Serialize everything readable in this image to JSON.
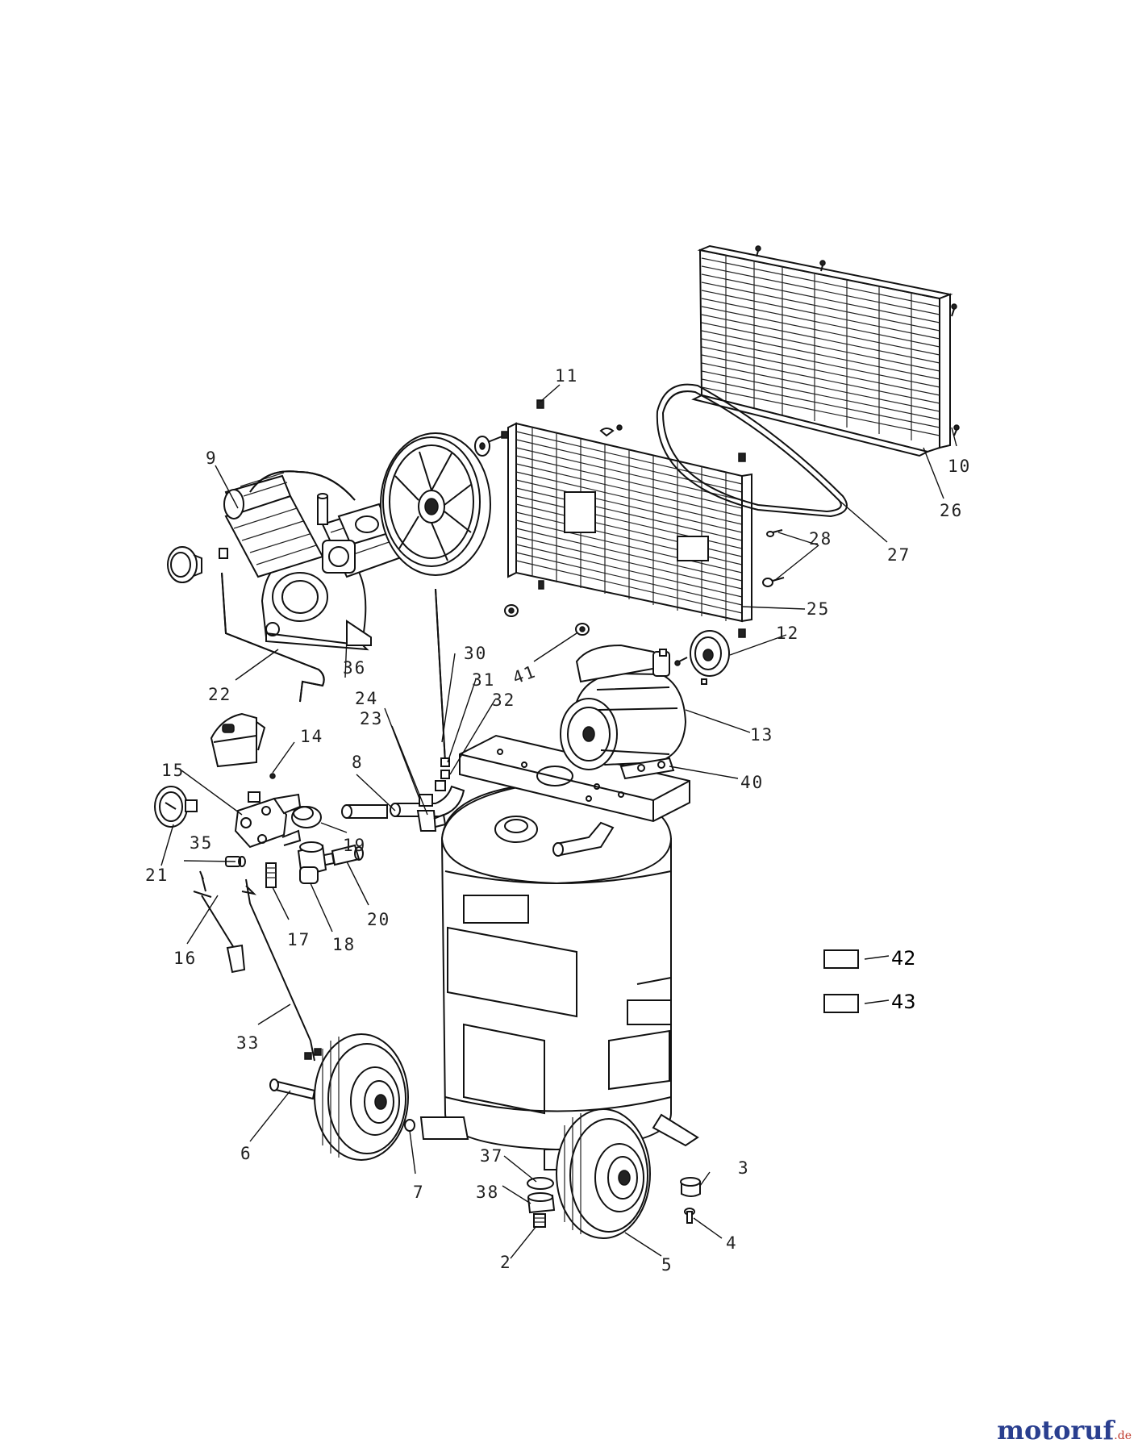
{
  "diagram": {
    "callouts": {
      "c2": "2",
      "c3": "3",
      "c4": "4",
      "c5": "5",
      "c6": "6",
      "c7": "7",
      "c8": "8",
      "c9": "9",
      "c10": "10",
      "c11": "11",
      "c12": "12",
      "c13": "13",
      "c14": "14",
      "c15": "15",
      "c16": "16",
      "c17": "17",
      "c18": "18",
      "c19": "19",
      "c20": "20",
      "c21": "21",
      "c22": "22",
      "c23": "23",
      "c24": "24",
      "c25": "25",
      "c26": "26",
      "c27": "27",
      "c28": "28",
      "c30": "30",
      "c31": "31",
      "c32": "32",
      "c33": "33",
      "c35": "35",
      "c36": "36",
      "c37": "37",
      "c38": "38",
      "c40": "40",
      "c41": "41",
      "c42": "42",
      "c43": "43"
    }
  },
  "branding": {
    "logo_text": "motoruf",
    "logo_tld": ".de"
  }
}
